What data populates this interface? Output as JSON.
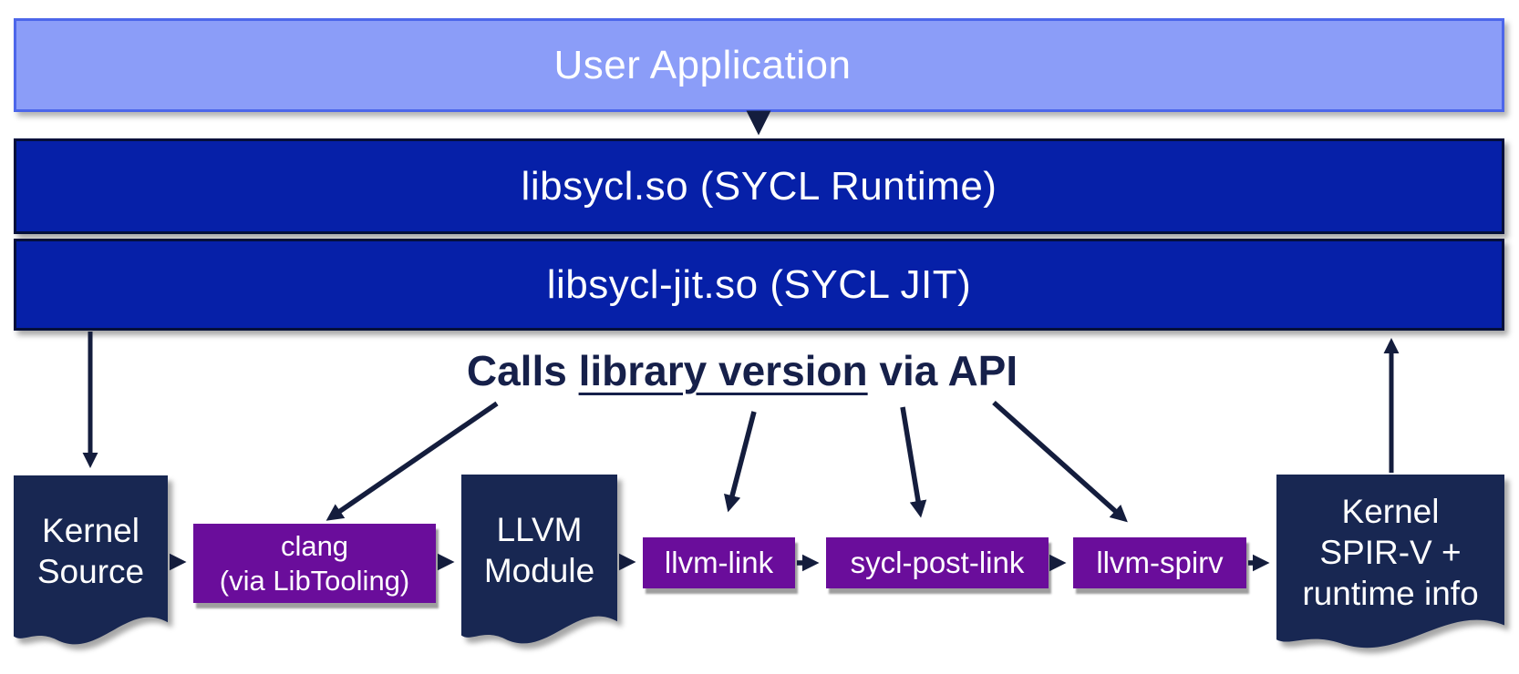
{
  "colors": {
    "user_app_fill": "#8b9df8",
    "user_app_border": "#4c66ea",
    "library_bar_fill": "#0620a8",
    "library_bar_border": "#040f3a",
    "document_fill": "#182752",
    "tool_fill": "#6a0d9b",
    "ink": "#16204a",
    "text_on_fill": "#ffffff"
  },
  "layers": {
    "user_app": {
      "label": "User Application"
    },
    "runtime": {
      "label": "libsycl.so (SYCL Runtime)"
    },
    "jit": {
      "label": "libsycl-jit.so (SYCL JIT)"
    }
  },
  "note": {
    "prefix": "Calls ",
    "underlined": "library version",
    "suffix": " via API"
  },
  "pipeline": {
    "kernel_source": {
      "lines": [
        "Kernel",
        "Source"
      ]
    },
    "clang": {
      "lines": [
        "clang",
        "(via LibTooling)"
      ]
    },
    "llvm_module": {
      "lines": [
        "LLVM",
        "Module"
      ]
    },
    "llvm_link": {
      "label": "llvm-link"
    },
    "sycl_post_link": {
      "label": "sycl-post-link"
    },
    "llvm_spirv": {
      "label": "llvm-spirv"
    },
    "kernel_spirv": {
      "lines": [
        "Kernel",
        "SPIR-V +",
        "runtime info"
      ]
    }
  }
}
